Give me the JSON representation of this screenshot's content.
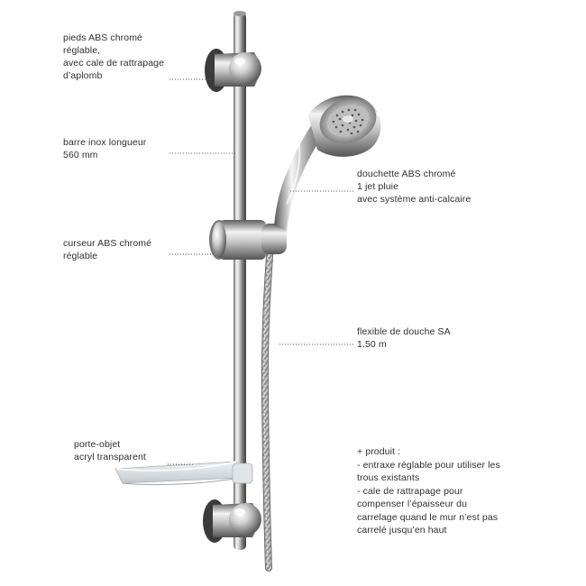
{
  "labels": {
    "feet": [
      "pieds ABS chromé",
      "réglable,",
      "avec cale de rattrapage",
      "d’aplomb"
    ],
    "bar": [
      "barre inox longueur",
      "560 mm"
    ],
    "handshower": [
      "douchette ABS chromé",
      "1 jet pluie",
      "avec système anti-calcaire"
    ],
    "slider": [
      "curseur  ABS chromé",
      "réglable"
    ],
    "hose": [
      "flexible de douche SA",
      "1.50 m"
    ],
    "soapdish": [
      "porte-objet",
      "acryl transparent"
    ],
    "notes": [
      "+ produit :",
      "- entraxe réglable pour utiliser les",
      "trous existants",
      "- cale de rattrapage pour",
      "compenser l’épaisseur du",
      "carrelage quand le mur n’est pas",
      "carrelé jusqu’en haut"
    ]
  },
  "colors": {
    "chrome_light": "#f4f4f4",
    "chrome_mid": "#b9b9b9",
    "chrome_dark": "#4a4a4a",
    "leader": "#555555",
    "text": "#2e2e2e"
  }
}
